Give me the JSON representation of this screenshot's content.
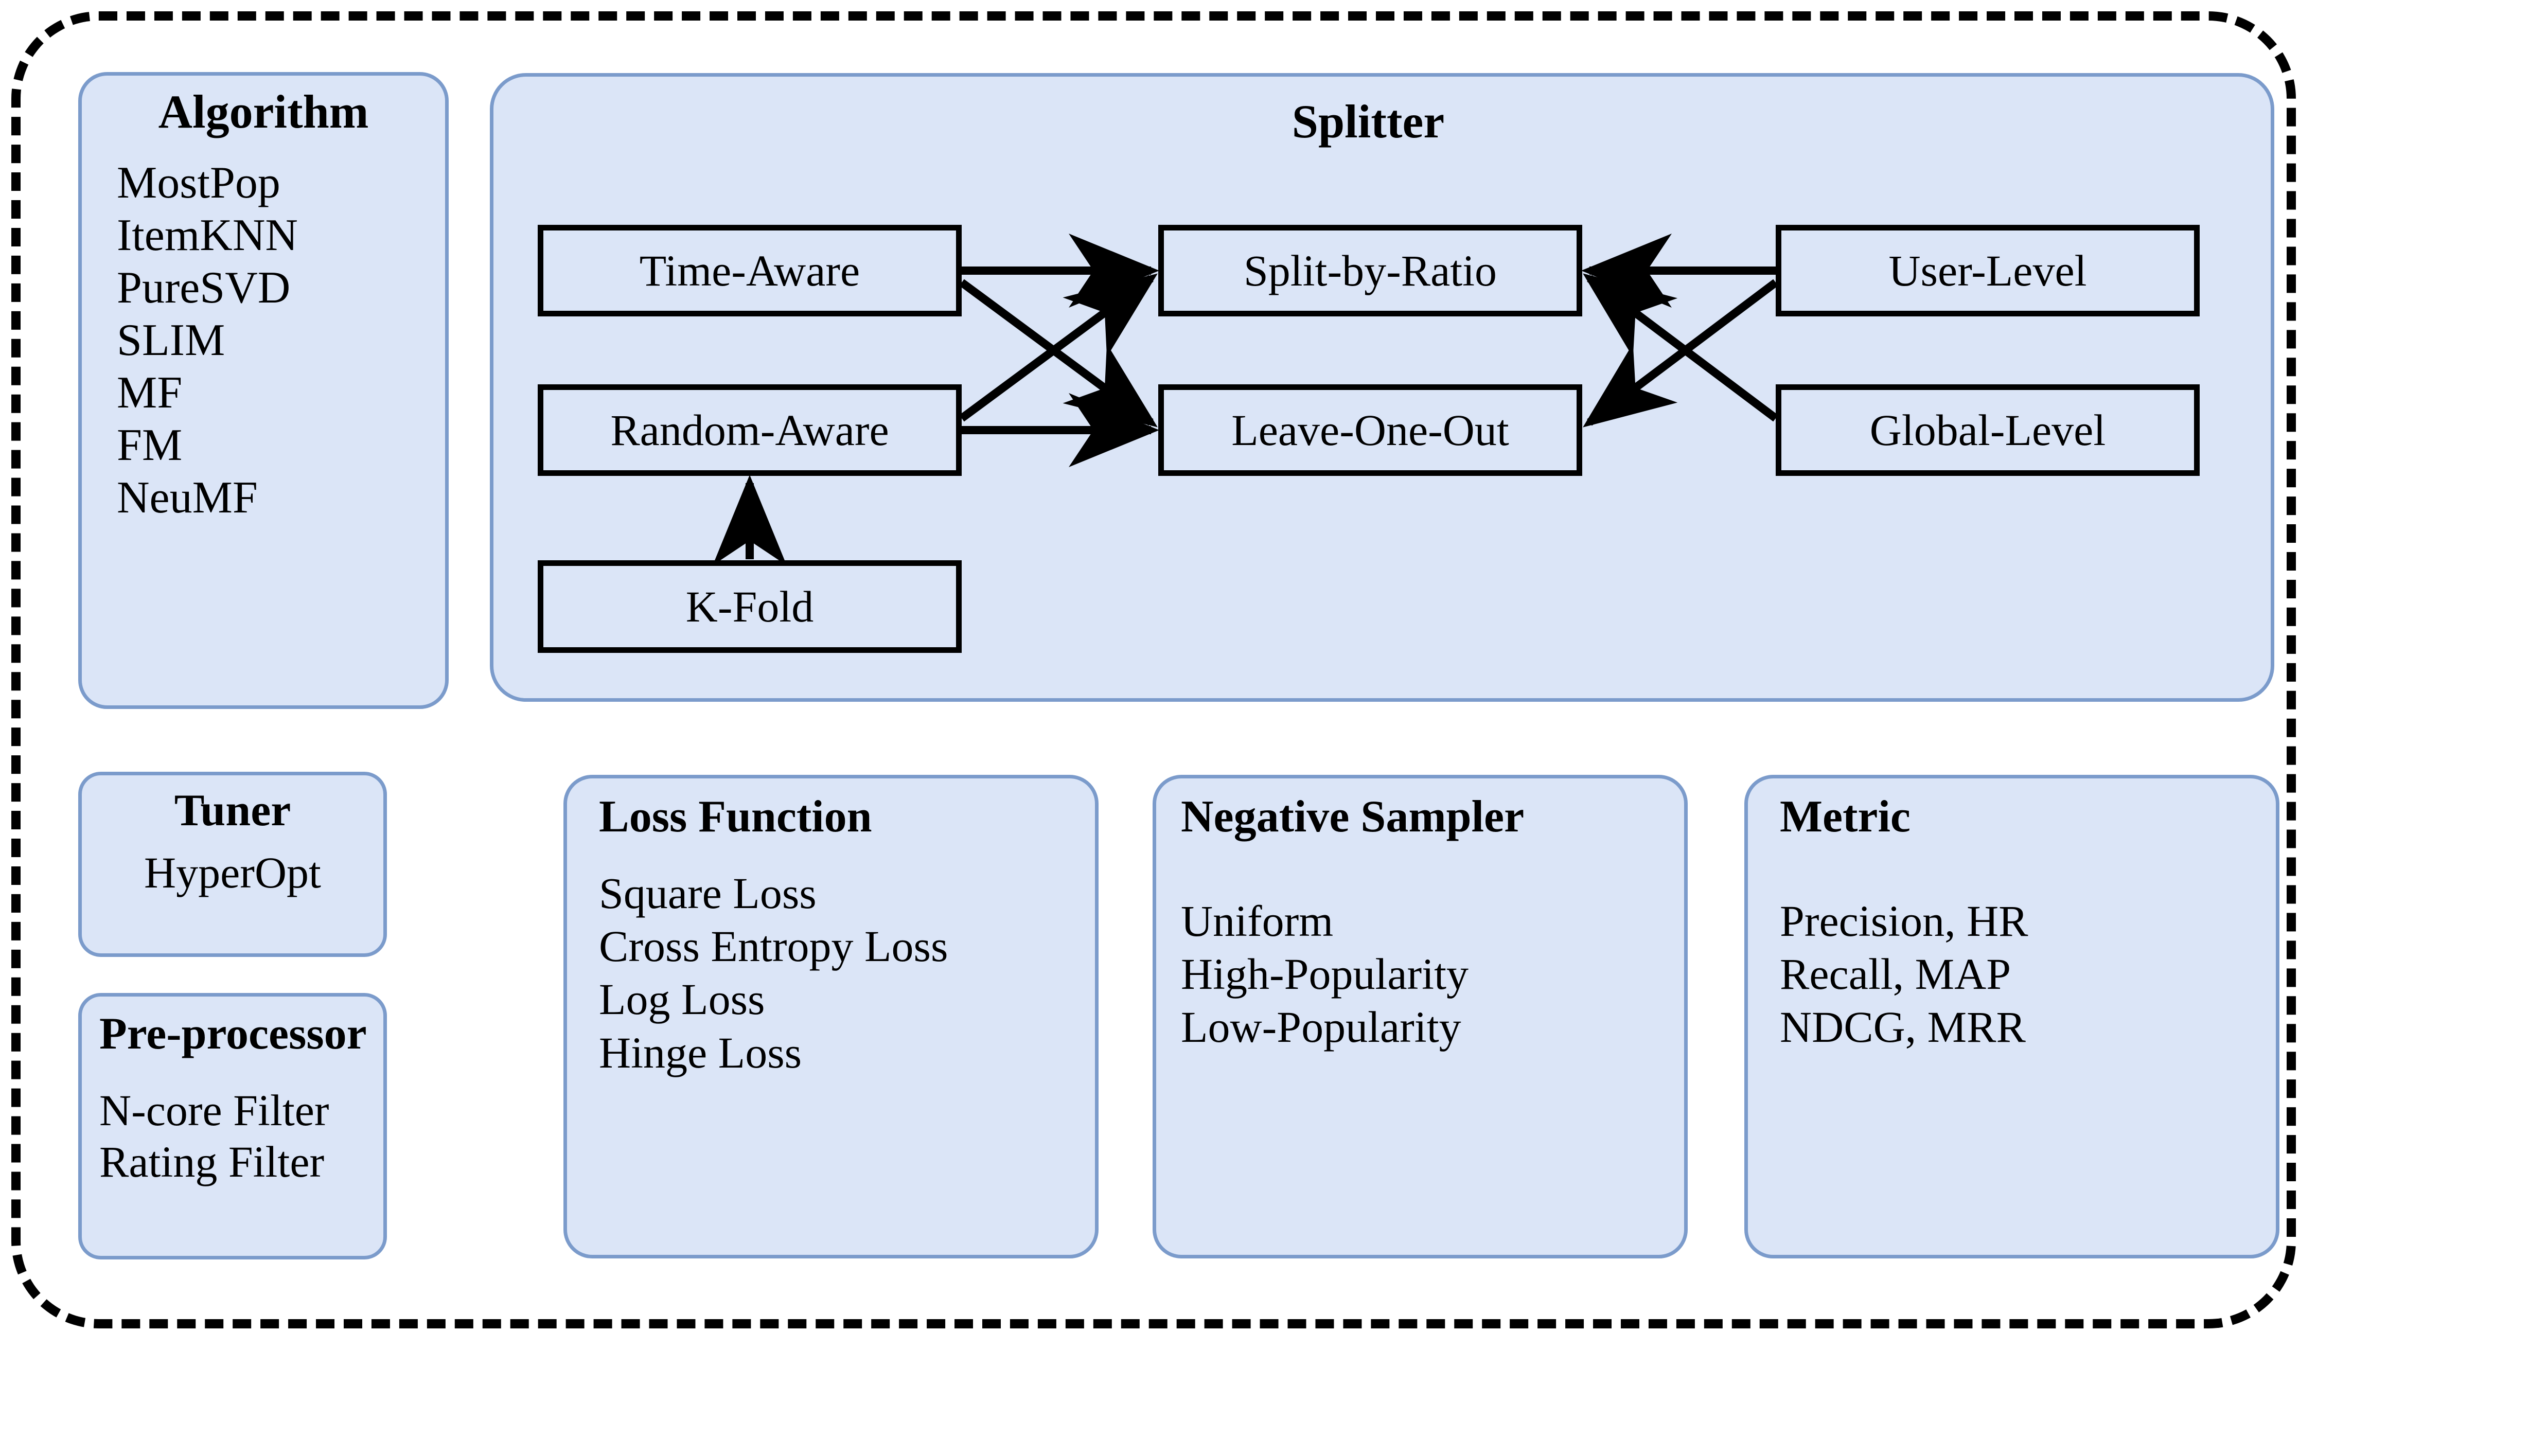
{
  "frame": {
    "style": "dashed-rounded-rectangle"
  },
  "panels": {
    "algorithm": {
      "title": "Algorithm",
      "items": [
        "MostPop",
        "ItemKNN",
        "PureSVD",
        "SLIM",
        "MF",
        "FM",
        "NeuMF"
      ]
    },
    "splitter": {
      "title": "Splitter",
      "nodes": {
        "time_aware": "Time-Aware",
        "random_aware": "Random-Aware",
        "k_fold": "K-Fold",
        "split_by_ratio": "Split-by-Ratio",
        "leave_one_out": "Leave-One-Out",
        "user_level": "User-Level",
        "global_level": "Global-Level"
      },
      "edges": [
        {
          "from": "Time-Aware",
          "to": "Split-by-Ratio"
        },
        {
          "from": "Time-Aware",
          "to": "Leave-One-Out"
        },
        {
          "from": "Random-Aware",
          "to": "Split-by-Ratio"
        },
        {
          "from": "Random-Aware",
          "to": "Leave-One-Out"
        },
        {
          "from": "K-Fold",
          "to": "Random-Aware"
        },
        {
          "from": "User-Level",
          "to": "Split-by-Ratio"
        },
        {
          "from": "User-Level",
          "to": "Leave-One-Out"
        },
        {
          "from": "Global-Level",
          "to": "Split-by-Ratio"
        }
      ]
    },
    "tuner": {
      "title": "Tuner",
      "items": [
        "HyperOpt"
      ]
    },
    "preprocessor": {
      "title": "Pre-processor",
      "items": [
        "N-core Filter",
        "Rating Filter"
      ]
    },
    "loss_function": {
      "title": "Loss Function",
      "items": [
        "Square Loss",
        "Cross Entropy Loss",
        "Log Loss",
        "Hinge Loss"
      ]
    },
    "negative_sampler": {
      "title": "Negative Sampler",
      "items": [
        "Uniform",
        "High-Popularity",
        "Low-Popularity"
      ]
    },
    "metric": {
      "title": "Metric",
      "items": [
        "Precision, HR",
        "Recall, MAP",
        "NDCG, MRR"
      ]
    }
  },
  "colors": {
    "panel_fill": "#dbe5f7",
    "panel_border": "#7b9bcb",
    "node_border": "#000000",
    "frame_border": "#000000",
    "text": "#000000"
  }
}
